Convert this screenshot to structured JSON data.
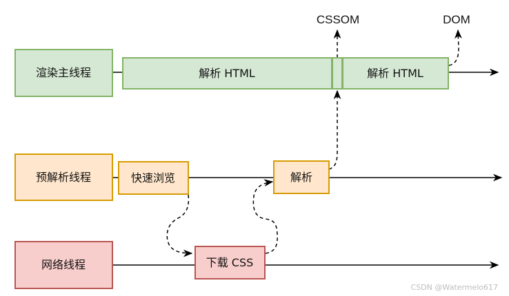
{
  "colors": {
    "green_fill": "#d5e8d4",
    "green_stroke": "#82b366",
    "orange_fill": "#ffe6cc",
    "orange_stroke": "#d79b00",
    "red_fill": "#f8cecc",
    "red_stroke": "#b85450",
    "line": "#000000"
  },
  "threads": {
    "main": {
      "label": "渲染主线程",
      "tasks": [
        "解析 HTML",
        "解析 HTML"
      ]
    },
    "preparse": {
      "label": "预解析线程",
      "tasks": [
        "快速浏览",
        "解析"
      ]
    },
    "network": {
      "label": "网络线程",
      "tasks": [
        "下载 CSS"
      ]
    }
  },
  "outputs": {
    "cssom": "CSSOM",
    "dom": "DOM"
  },
  "watermark": "CSDN @Watermelo617"
}
